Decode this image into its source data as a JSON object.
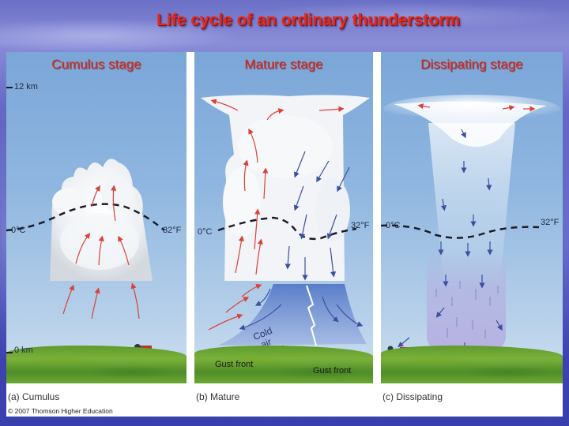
{
  "slide": {
    "title": "Life cycle of an ordinary thunderstorm",
    "background_color": "#4d52b8",
    "title_color": "#e8281e"
  },
  "figure": {
    "credit": "© 2007 Thomson Higher Education",
    "altitude_top": "12 km",
    "altitude_bottom": "0 km",
    "freezing_left": "0°C",
    "freezing_right": "32°F",
    "colors": {
      "updraft_arrow": "#d9413a",
      "downdraft_arrow": "#3d4fa0",
      "stage_title": "#d62a1f",
      "sky": "#8fb6e0",
      "ground": "#6aa733"
    },
    "panels": [
      {
        "id": "a",
        "stage_title": "Cumulus stage",
        "caption": "(a) Cumulus"
      },
      {
        "id": "b",
        "stage_title": "Mature stage",
        "caption": "(b) Mature",
        "labels": {
          "cold_air_1": "Cold",
          "cold_air_2": "air",
          "gust_front_left": "Gust front",
          "gust_front_right": "Gust front"
        }
      },
      {
        "id": "c",
        "stage_title": "Dissipating stage",
        "caption": "(c) Dissipating"
      }
    ]
  }
}
